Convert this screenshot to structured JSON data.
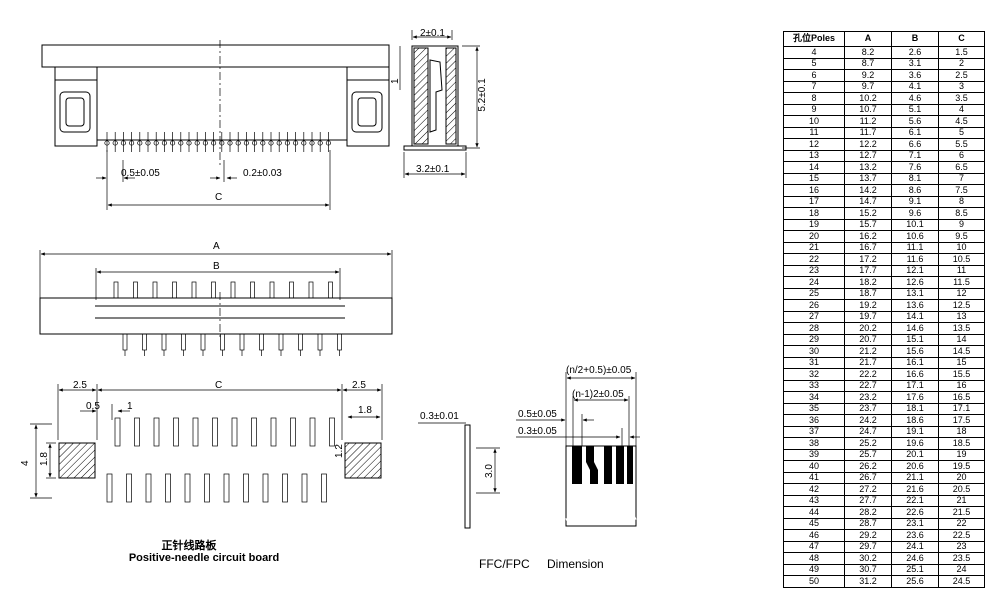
{
  "drawing": {
    "top_view": {
      "pitch": "0.5±0.05",
      "pin_width": "0.2±0.03",
      "dim_c": "C"
    },
    "side_view": {
      "top_width": "2±0.1",
      "height": "5.2±0.1",
      "bottom_width": "3.2±0.1",
      "dim_one": "1"
    },
    "bottom_view": {
      "dim_a": "A",
      "dim_b": "B"
    },
    "pcb_layout": {
      "left_margin": "2.5",
      "right_margin": "2.5",
      "dim_c": "C",
      "pad_offset": "0.5",
      "pad_pitch": "1",
      "pad_width": "1.8",
      "height": "4",
      "pad_height": "1.8",
      "pad_gap": "1.2",
      "title_cn": "正针线路板",
      "title_en": "Positive-needle circuit board"
    },
    "ffc": {
      "thickness": "0.3±0.01",
      "contact_length": "3.0",
      "total_width": "(n/2+0.5)±0.05",
      "conductor_span": "(n-1)2±0.05",
      "pitch": "0.5±0.05",
      "conductor_width": "0.3±0.05",
      "title": "FFC/FPC",
      "title2": "Dimension"
    }
  },
  "table": {
    "headers": [
      "孔位Poles",
      "A",
      "B",
      "C"
    ],
    "rows": [
      [
        "4",
        "8.2",
        "2.6",
        "1.5"
      ],
      [
        "5",
        "8.7",
        "3.1",
        "2"
      ],
      [
        "6",
        "9.2",
        "3.6",
        "2.5"
      ],
      [
        "7",
        "9.7",
        "4.1",
        "3"
      ],
      [
        "8",
        "10.2",
        "4.6",
        "3.5"
      ],
      [
        "9",
        "10.7",
        "5.1",
        "4"
      ],
      [
        "10",
        "11.2",
        "5.6",
        "4.5"
      ],
      [
        "11",
        "11.7",
        "6.1",
        "5"
      ],
      [
        "12",
        "12.2",
        "6.6",
        "5.5"
      ],
      [
        "13",
        "12.7",
        "7.1",
        "6"
      ],
      [
        "14",
        "13.2",
        "7.6",
        "6.5"
      ],
      [
        "15",
        "13.7",
        "8.1",
        "7"
      ],
      [
        "16",
        "14.2",
        "8.6",
        "7.5"
      ],
      [
        "17",
        "14.7",
        "9.1",
        "8"
      ],
      [
        "18",
        "15.2",
        "9.6",
        "8.5"
      ],
      [
        "19",
        "15.7",
        "10.1",
        "9"
      ],
      [
        "20",
        "16.2",
        "10.6",
        "9.5"
      ],
      [
        "21",
        "16.7",
        "11.1",
        "10"
      ],
      [
        "22",
        "17.2",
        "11.6",
        "10.5"
      ],
      [
        "23",
        "17.7",
        "12.1",
        "11"
      ],
      [
        "24",
        "18.2",
        "12.6",
        "11.5"
      ],
      [
        "25",
        "18.7",
        "13.1",
        "12"
      ],
      [
        "26",
        "19.2",
        "13.6",
        "12.5"
      ],
      [
        "27",
        "19.7",
        "14.1",
        "13"
      ],
      [
        "28",
        "20.2",
        "14.6",
        "13.5"
      ],
      [
        "29",
        "20.7",
        "15.1",
        "14"
      ],
      [
        "30",
        "21.2",
        "15.6",
        "14.5"
      ],
      [
        "31",
        "21.7",
        "16.1",
        "15"
      ],
      [
        "32",
        "22.2",
        "16.6",
        "15.5"
      ],
      [
        "33",
        "22.7",
        "17.1",
        "16"
      ],
      [
        "34",
        "23.2",
        "17.6",
        "16.5"
      ],
      [
        "35",
        "23.7",
        "18.1",
        "17.1"
      ],
      [
        "36",
        "24.2",
        "18.6",
        "17.5"
      ],
      [
        "37",
        "24.7",
        "19.1",
        "18"
      ],
      [
        "38",
        "25.2",
        "19.6",
        "18.5"
      ],
      [
        "39",
        "25.7",
        "20.1",
        "19"
      ],
      [
        "40",
        "26.2",
        "20.6",
        "19.5"
      ],
      [
        "41",
        "26.7",
        "21.1",
        "20"
      ],
      [
        "42",
        "27.2",
        "21.6",
        "20.5"
      ],
      [
        "43",
        "27.7",
        "22.1",
        "21"
      ],
      [
        "44",
        "28.2",
        "22.6",
        "21.5"
      ],
      [
        "45",
        "28.7",
        "23.1",
        "22"
      ],
      [
        "46",
        "29.2",
        "23.6",
        "22.5"
      ],
      [
        "47",
        "29.7",
        "24.1",
        "23"
      ],
      [
        "48",
        "30.2",
        "24.6",
        "23.5"
      ],
      [
        "49",
        "30.7",
        "25.1",
        "24"
      ],
      [
        "50",
        "31.2",
        "25.6",
        "24.5"
      ]
    ]
  }
}
